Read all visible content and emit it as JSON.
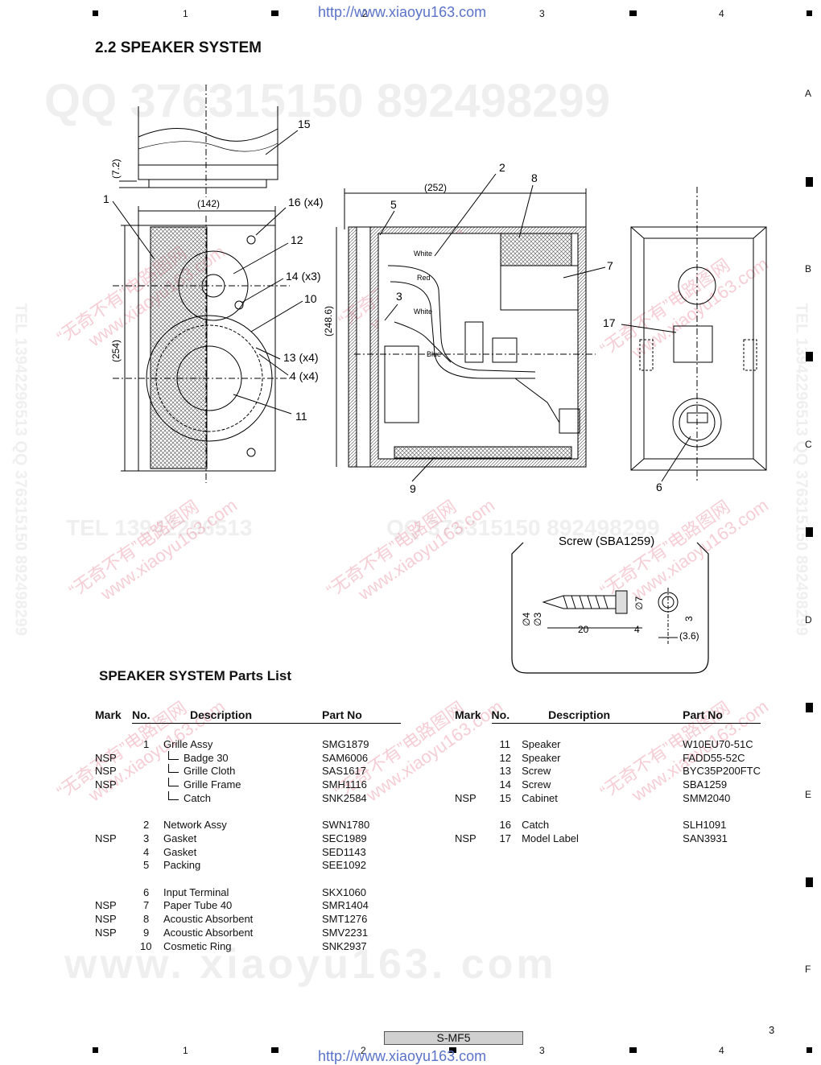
{
  "header": {
    "url": "http://www.xiaoyu163.com",
    "columns": [
      "1",
      "2",
      "3",
      "4"
    ]
  },
  "rows": [
    "A",
    "B",
    "C",
    "D",
    "E",
    "F"
  ],
  "title": "2.2   SPEAKER SYSTEM",
  "watermarks": {
    "qq_line": "QQ 376315150    892498299",
    "tel_line": "TEL 13942296513",
    "mid_line": "QQ 376315150  892498299",
    "side_text": "TEL 13942296513  QQ 376315150  892498299",
    "bottom_url": "www. xiaoyu163. com",
    "stamp_cn": "“无奇不有”电路图网",
    "stamp_url": "www.xiaoyu163.com"
  },
  "drawing": {
    "callouts": [
      "1",
      "2",
      "3",
      "4 (x4)",
      "5",
      "6",
      "7",
      "8",
      "9",
      "10",
      "11",
      "12",
      "13 (x4)",
      "14 (x3)",
      "15",
      "16 (x4)",
      "17"
    ],
    "dims": {
      "top_height": "(7.2)",
      "front_width": "(142)",
      "front_height": "(254)",
      "side_width": "(252)",
      "side_height": "(248.6)"
    },
    "wires": [
      "White",
      "Red",
      "White",
      "Blue"
    ]
  },
  "screw": {
    "title": "Screw (SBA1259)",
    "dims": [
      "∅4",
      "∅3",
      "∅7",
      "20",
      "4",
      "3",
      "(3.6)"
    ]
  },
  "parts": {
    "title": "SPEAKER  SYSTEM Parts List",
    "headers": {
      "mark": "Mark",
      "no": "No.",
      "description": "Description",
      "partno": "Part No"
    },
    "left": [
      {
        "mark": "",
        "no": "1",
        "desc": "Grille  Assy",
        "part": "SMG1879",
        "sub": false
      },
      {
        "mark": "NSP",
        "no": "",
        "desc": "Badge 30",
        "part": "SAM6006",
        "sub": true
      },
      {
        "mark": "NSP",
        "no": "",
        "desc": "Grille Cloth",
        "part": "SAS1617",
        "sub": true
      },
      {
        "mark": "NSP",
        "no": "",
        "desc": "Grille Frame",
        "part": "SMH1116",
        "sub": true
      },
      {
        "mark": "",
        "no": "",
        "desc": "Catch",
        "part": "SNK2584",
        "sub": true
      },
      {
        "mark": "",
        "no": "",
        "desc": "",
        "part": "",
        "sub": false
      },
      {
        "mark": "",
        "no": "2",
        "desc": "Network Assy",
        "part": "SWN1780",
        "sub": false
      },
      {
        "mark": "NSP",
        "no": "3",
        "desc": "Gasket",
        "part": "SEC1989",
        "sub": false
      },
      {
        "mark": "",
        "no": "4",
        "desc": "Gasket",
        "part": "SED1143",
        "sub": false
      },
      {
        "mark": "",
        "no": "5",
        "desc": "Packing",
        "part": "SEE1092",
        "sub": false
      },
      {
        "mark": "",
        "no": "",
        "desc": "",
        "part": "",
        "sub": false
      },
      {
        "mark": "",
        "no": "6",
        "desc": "Input Terminal",
        "part": "SKX1060",
        "sub": false
      },
      {
        "mark": "NSP",
        "no": "7",
        "desc": "Paper Tube 40",
        "part": "SMR1404",
        "sub": false
      },
      {
        "mark": "NSP",
        "no": "8",
        "desc": "Acoustic Absorbent",
        "part": "SMT1276",
        "sub": false
      },
      {
        "mark": "NSP",
        "no": "9",
        "desc": "Acoustic Absorbent",
        "part": "SMV2231",
        "sub": false
      },
      {
        "mark": "",
        "no": "10",
        "desc": "Cosmetic Ring",
        "part": "SNK2937",
        "sub": false
      }
    ],
    "right": [
      {
        "mark": "",
        "no": "11",
        "desc": "Speaker",
        "part": "W10EU70-51C"
      },
      {
        "mark": "",
        "no": "12",
        "desc": "Speaker",
        "part": "FADD55-52C"
      },
      {
        "mark": "",
        "no": "13",
        "desc": "Screw",
        "part": "BYC35P200FTC"
      },
      {
        "mark": "",
        "no": "14",
        "desc": "Screw",
        "part": "SBA1259"
      },
      {
        "mark": "NSP",
        "no": "15",
        "desc": "Cabinet",
        "part": "SMM2040"
      },
      {
        "mark": "",
        "no": "",
        "desc": "",
        "part": ""
      },
      {
        "mark": "",
        "no": "16",
        "desc": "Catch",
        "part": "SLH1091"
      },
      {
        "mark": "NSP",
        "no": "17",
        "desc": "Model Label",
        "part": "SAN3931"
      }
    ]
  },
  "footer": {
    "model": "S-MF5",
    "page": "3"
  }
}
